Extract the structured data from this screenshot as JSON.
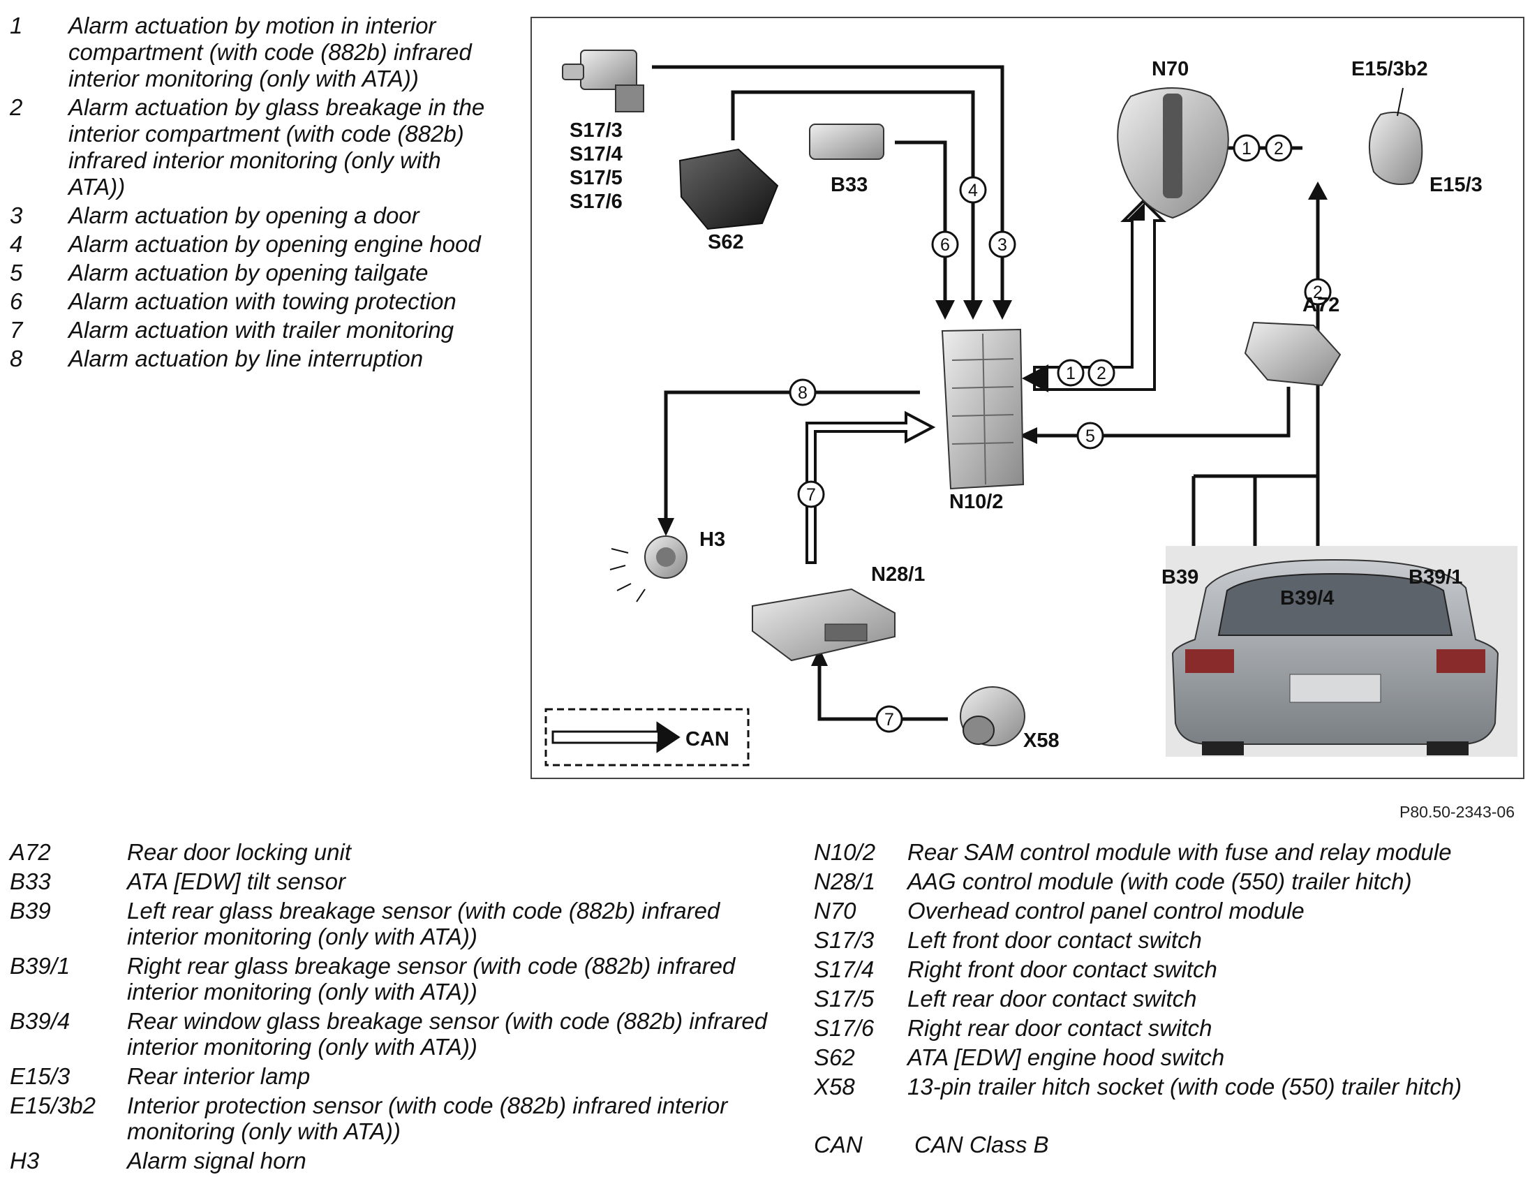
{
  "alarm_actuations": [
    {
      "num": "1",
      "text": "Alarm actuation by motion in interior compartment (with code (882b) infrared interior monitoring (only with ATA))"
    },
    {
      "num": "2",
      "text": "Alarm actuation by glass breakage in the interior compartment (with code (882b) infrared interior monitoring (only with ATA))"
    },
    {
      "num": "3",
      "text": "Alarm actuation by opening a door"
    },
    {
      "num": "4",
      "text": "Alarm actuation by  opening engine hood"
    },
    {
      "num": "5",
      "text": "Alarm actuation by opening tailgate"
    },
    {
      "num": "6",
      "text": "Alarm actuation with towing protection"
    },
    {
      "num": "7",
      "text": "Alarm actuation with trailer monitoring"
    },
    {
      "num": "8",
      "text": "Alarm actuation by line interruption"
    }
  ],
  "diagram": {
    "labels": {
      "s17": [
        "S17/3",
        "S17/4",
        "S17/5",
        "S17/6"
      ],
      "s62": "S62",
      "b33": "B33",
      "n70": "N70",
      "e153b2": "E15/3b2",
      "e153": "E15/3",
      "a72": "A72",
      "n102": "N10/2",
      "h3": "H3",
      "n281": "N28/1",
      "x58": "X58",
      "b39": "B39",
      "b394": "B39/4",
      "b391": "B39/1",
      "can": "CAN"
    },
    "markers": {
      "one": "1",
      "two": "2",
      "three": "3",
      "four": "4",
      "five": "5",
      "six": "6",
      "seven": "7",
      "eight": "8"
    }
  },
  "figure_ref": "P80.50-2343-06",
  "legend_left": [
    {
      "code": "A72",
      "desc": "Rear door locking unit"
    },
    {
      "code": "B33",
      "desc": "ATA [EDW] tilt sensor"
    },
    {
      "code": "B39",
      "desc": "Left rear glass breakage sensor (with code (882b) infrared interior monitoring (only with ATA))"
    },
    {
      "code": "B39/1",
      "desc": "Right rear glass breakage sensor (with code (882b) infrared interior monitoring (only with ATA))"
    },
    {
      "code": "B39/4",
      "desc": "Rear window glass breakage sensor (with code (882b) infrared interior monitoring (only with ATA))"
    },
    {
      "code": "E15/3",
      "desc": "Rear interior lamp"
    },
    {
      "code": " E15/3b2",
      "desc": "Interior protection sensor (with code (882b) infrared interior monitoring (only with ATA))"
    },
    {
      "code": "H3",
      "desc": "Alarm signal horn"
    }
  ],
  "legend_right": [
    {
      "code": "N10/2",
      "desc": "Rear SAM control module with fuse and relay module"
    },
    {
      "code": "N28/1",
      "desc": "AAG control module (with code (550) trailer hitch)"
    },
    {
      "code": "N70",
      "desc": "Overhead control panel control module"
    },
    {
      "code": "S17/3",
      "desc": "Left front door contact switch"
    },
    {
      "code": "S17/4",
      "desc": "Right front door contact switch"
    },
    {
      "code": "S17/5",
      "desc": "Left rear door contact switch"
    },
    {
      "code": "S17/6",
      "desc": "Right rear door contact switch"
    },
    {
      "code": "S62",
      "desc": "ATA [EDW] engine hood switch"
    },
    {
      "code": "X58",
      "desc": "13-pin trailer hitch socket (with code (550) trailer hitch)"
    }
  ],
  "can_legend": {
    "code": "CAN",
    "desc": "CAN Class B"
  }
}
